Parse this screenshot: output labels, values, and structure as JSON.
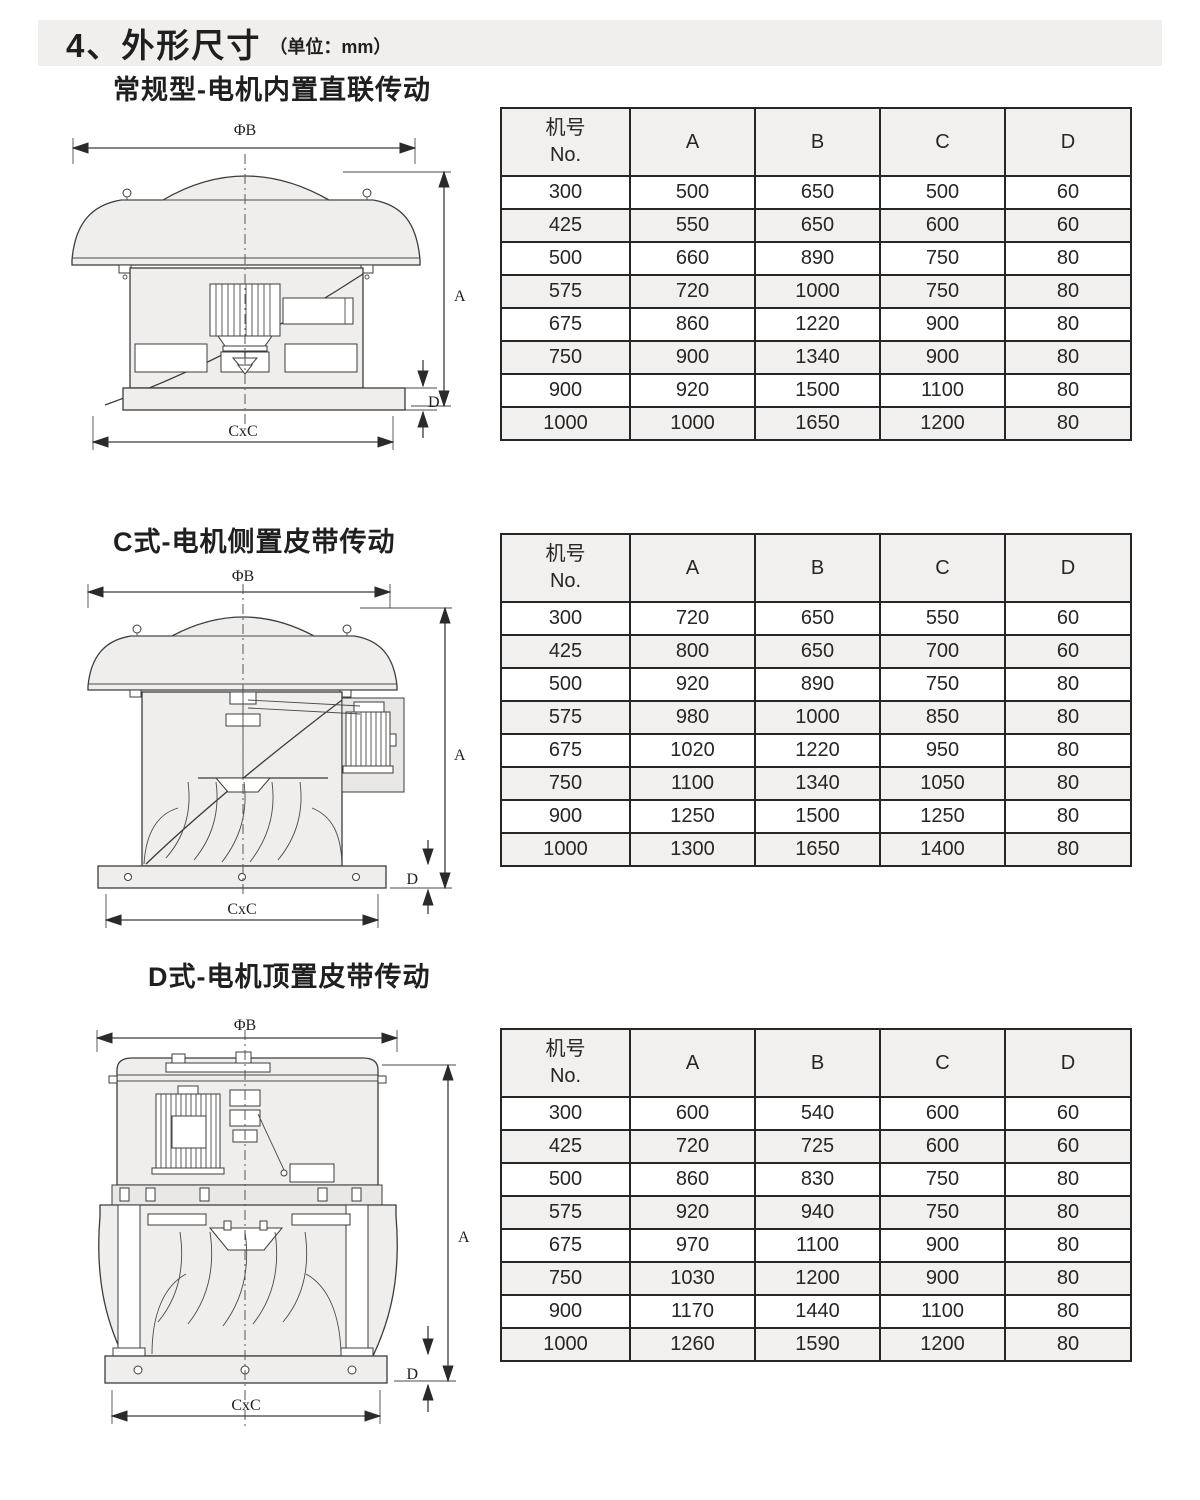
{
  "page_title": {
    "text": "4、外形尺寸",
    "unit": "（单位：mm）"
  },
  "sections": [
    {
      "heading": "常规型-电机内置直联传动",
      "drawing_labels": {
        "diameter": "ΦB",
        "height": "A",
        "base_thickness": "D",
        "base_square": "CxC"
      },
      "table": {
        "header": {
          "no_line1": "机号",
          "no_line2": "No.",
          "col_a": "A",
          "col_b": "B",
          "col_c": "C",
          "col_d": "D"
        },
        "rows": [
          [
            "300",
            "500",
            "650",
            "500",
            "60"
          ],
          [
            "425",
            "550",
            "650",
            "600",
            "60"
          ],
          [
            "500",
            "660",
            "890",
            "750",
            "80"
          ],
          [
            "575",
            "720",
            "1000",
            "750",
            "80"
          ],
          [
            "675",
            "860",
            "1220",
            "900",
            "80"
          ],
          [
            "750",
            "900",
            "1340",
            "900",
            "80"
          ],
          [
            "900",
            "920",
            "1500",
            "1100",
            "80"
          ],
          [
            "1000",
            "1000",
            "1650",
            "1200",
            "80"
          ]
        ]
      }
    },
    {
      "heading": "C式-电机侧置皮带传动",
      "drawing_labels": {
        "diameter": "ΦB",
        "height": "A",
        "base_thickness": "D",
        "base_square": "CxC"
      },
      "table": {
        "header": {
          "no_line1": "机号",
          "no_line2": "No.",
          "col_a": "A",
          "col_b": "B",
          "col_c": "C",
          "col_d": "D"
        },
        "rows": [
          [
            "300",
            "720",
            "650",
            "550",
            "60"
          ],
          [
            "425",
            "800",
            "650",
            "700",
            "60"
          ],
          [
            "500",
            "920",
            "890",
            "750",
            "80"
          ],
          [
            "575",
            "980",
            "1000",
            "850",
            "80"
          ],
          [
            "675",
            "1020",
            "1220",
            "950",
            "80"
          ],
          [
            "750",
            "1100",
            "1340",
            "1050",
            "80"
          ],
          [
            "900",
            "1250",
            "1500",
            "1250",
            "80"
          ],
          [
            "1000",
            "1300",
            "1650",
            "1400",
            "80"
          ]
        ]
      }
    },
    {
      "heading": "D式-电机顶置皮带传动",
      "drawing_labels": {
        "diameter": "ΦB",
        "height": "A",
        "base_thickness": "D",
        "base_square": "CxC"
      },
      "table": {
        "header": {
          "no_line1": "机号",
          "no_line2": "No.",
          "col_a": "A",
          "col_b": "B",
          "col_c": "C",
          "col_d": "D"
        },
        "rows": [
          [
            "300",
            "600",
            "540",
            "600",
            "60"
          ],
          [
            "425",
            "720",
            "725",
            "600",
            "60"
          ],
          [
            "500",
            "860",
            "830",
            "750",
            "80"
          ],
          [
            "575",
            "920",
            "940",
            "750",
            "80"
          ],
          [
            "675",
            "970",
            "1100",
            "900",
            "80"
          ],
          [
            "750",
            "1030",
            "1200",
            "900",
            "80"
          ],
          [
            "900",
            "1170",
            "1440",
            "1100",
            "80"
          ],
          [
            "1000",
            "1260",
            "1590",
            "1200",
            "80"
          ]
        ]
      }
    }
  ],
  "colors": {
    "band_bg": "#f0efed",
    "row_alt_bg": "#f1f0ee",
    "border": "#262626",
    "drawing_fill": "#efeeec"
  }
}
